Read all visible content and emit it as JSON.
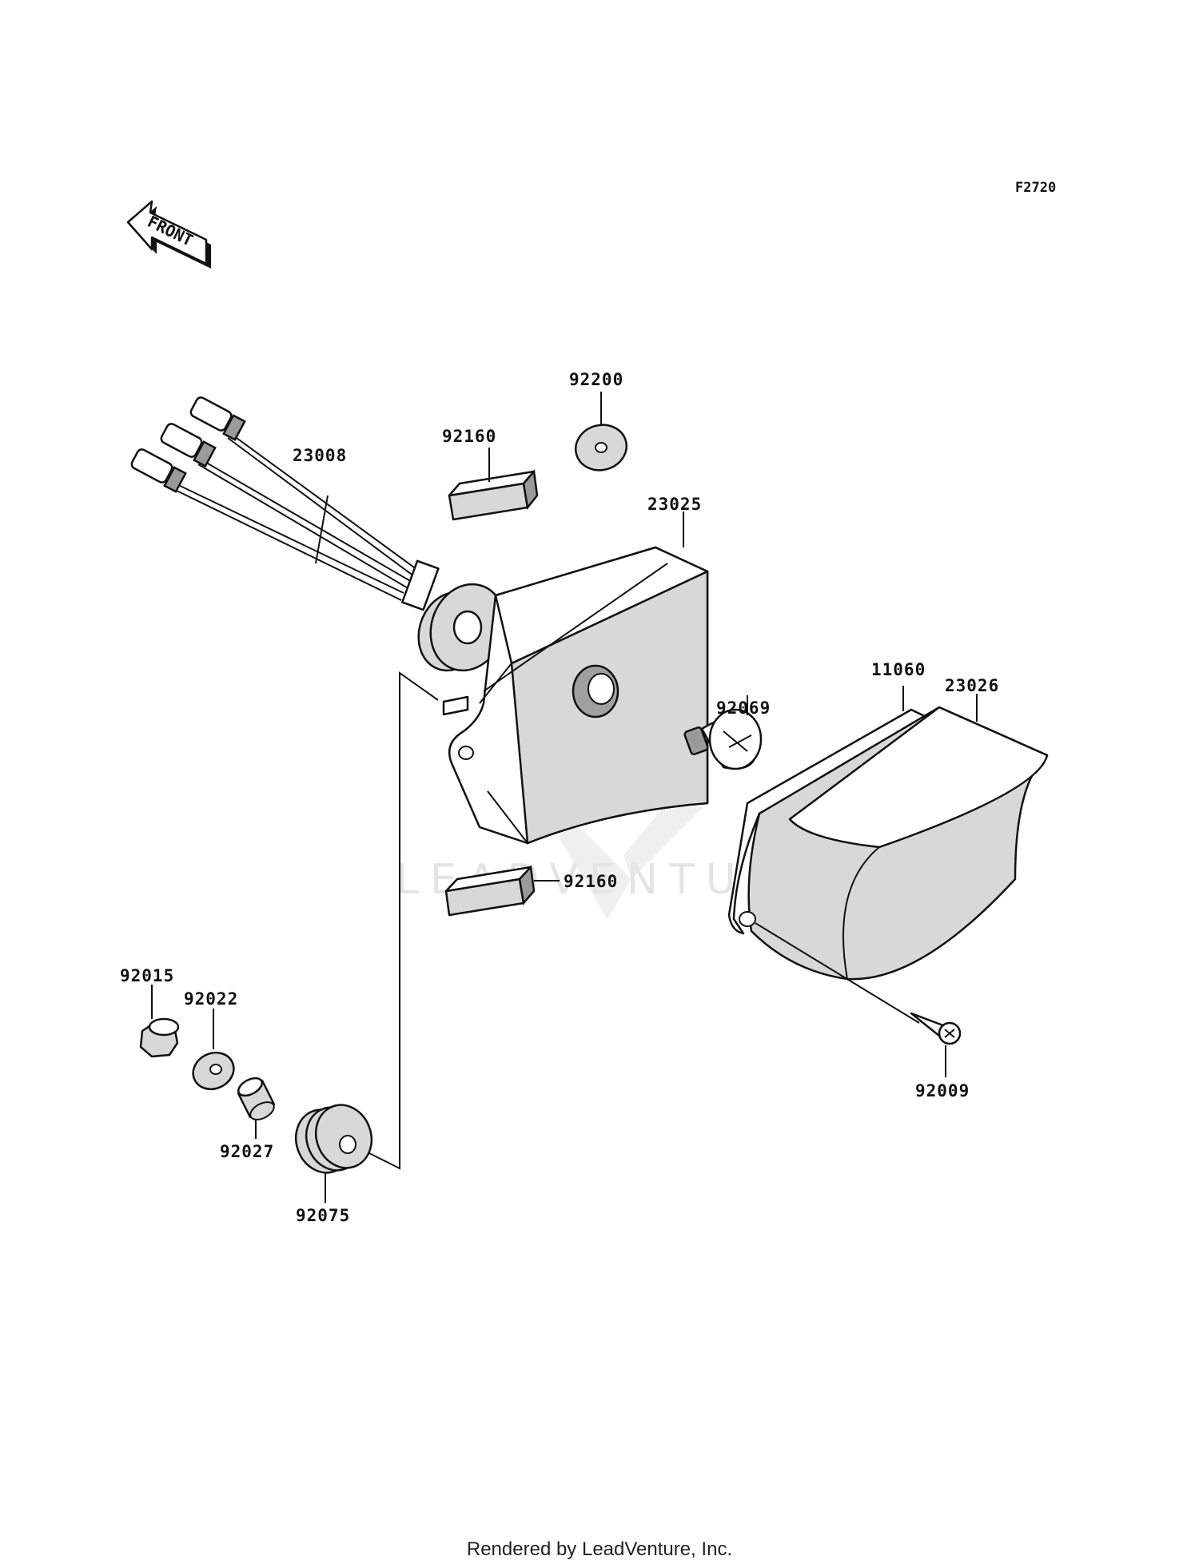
{
  "figure_code": "F2720",
  "front_label": "FRONT",
  "watermark": "LEADVENTURE",
  "parts": {
    "p23008": "23008",
    "p92160_top": "92160",
    "p92200": "92200",
    "p23025": "23025",
    "p11060": "11060",
    "p23026": "23026",
    "p92069": "92069",
    "p92160_bottom": "92160",
    "p92015": "92015",
    "p92022": "92022",
    "p92027": "92027",
    "p92075": "92075",
    "p92009": "92009"
  },
  "footer": "Rendered by LeadVenture, Inc."
}
